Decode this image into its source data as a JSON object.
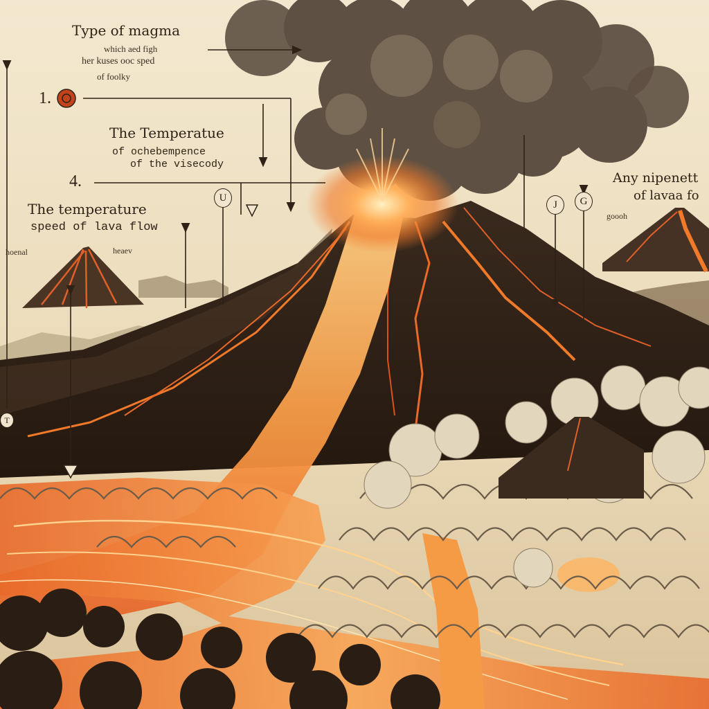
{
  "labels": {
    "magma_title": "Type of magma",
    "magma_line2": "which aed figh",
    "magma_line3": "her kuses ooc sped",
    "magma_line4": "of foolky",
    "temp_title": "The Temperatue",
    "temp_line2": "of ochebempence",
    "temp_line3": "of the visecody",
    "speed_title": "The temperature",
    "speed_line2": "speed of lava flow",
    "right_title": "Any nipenett",
    "right_line2": "of lavaa fo",
    "small_left_a": "hoenal",
    "small_left_b": "heaev",
    "small_right": "goooh",
    "num_1": "1.",
    "num_4": "4."
  },
  "marker_glyphs": {
    "circle_a": "U",
    "circle_b": "J",
    "circle_c": "G",
    "edge_mark": "T"
  },
  "colors": {
    "paper": "#efe2c6",
    "ink": "#2e2216",
    "ash": "#5e5043",
    "rock": "#3a2a1e",
    "lava_bright": "#ffb15c",
    "lava": "#f07a2a",
    "lava_dark": "#c1421b",
    "wave_ink": "#6b5c4a",
    "foam": "#e2d6bd"
  }
}
